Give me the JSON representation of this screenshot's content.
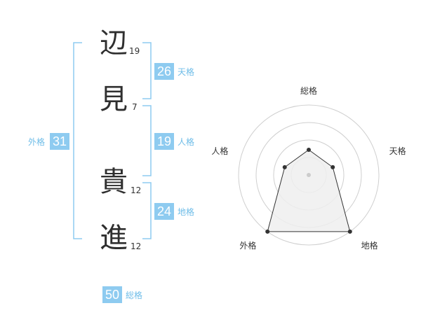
{
  "name": {
    "characters": [
      {
        "char": "辺",
        "strokes": "19"
      },
      {
        "char": "見",
        "strokes": "7"
      },
      {
        "char": "貴",
        "strokes": "12"
      },
      {
        "char": "進",
        "strokes": "12"
      }
    ]
  },
  "fortune": {
    "tenkaku": {
      "value": "26",
      "label": "天格"
    },
    "jinkaku": {
      "value": "19",
      "label": "人格"
    },
    "chikaku": {
      "value": "24",
      "label": "地格"
    },
    "gaikaku": {
      "value": "31",
      "label": "外格"
    },
    "soukaku": {
      "value": "50",
      "label": "総格"
    }
  },
  "radar": {
    "axes": [
      "総格",
      "天格",
      "地格",
      "外格",
      "人格"
    ],
    "levels": 4,
    "values": [
      0.36,
      0.36,
      1.0,
      1.0,
      0.36
    ]
  },
  "colors": {
    "accent": "#8ecbf0",
    "accent_text": "#6fbde8",
    "badge_bg": "#8ecbf0",
    "grid": "#cfcfcf",
    "polygon_fill": "#eeeeee",
    "polygon_stroke": "#333333"
  }
}
